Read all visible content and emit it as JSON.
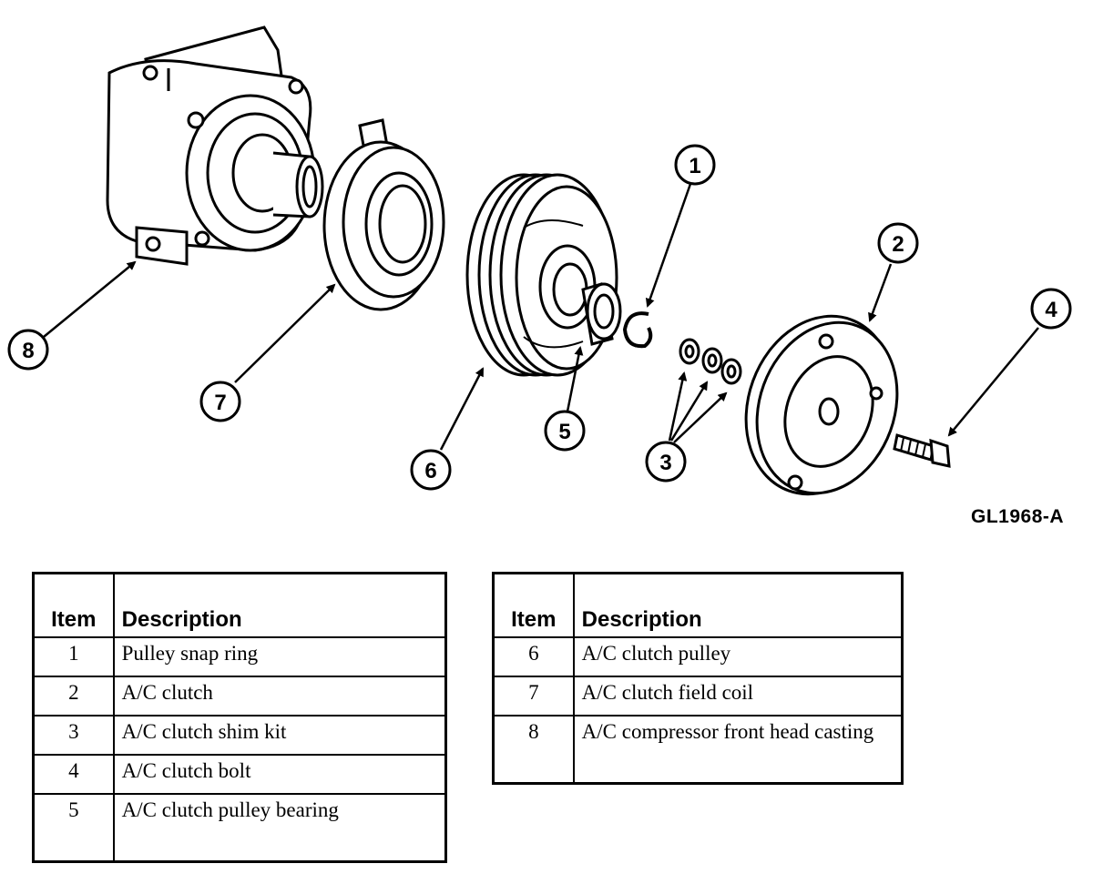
{
  "figure_code": "GL1968-A",
  "callouts": [
    "1",
    "2",
    "3",
    "4",
    "5",
    "6",
    "7",
    "8"
  ],
  "legend_header": {
    "item": "Item",
    "description": "Description"
  },
  "legend_left": [
    {
      "item": "1",
      "description": "Pulley snap ring"
    },
    {
      "item": "2",
      "description": "A/C clutch"
    },
    {
      "item": "3",
      "description": "A/C clutch shim kit"
    },
    {
      "item": "4",
      "description": "A/C clutch bolt"
    },
    {
      "item": "5",
      "description": "A/C clutch pulley bearing"
    }
  ],
  "legend_right": [
    {
      "item": "6",
      "description": "A/C clutch pulley"
    },
    {
      "item": "7",
      "description": "A/C clutch field coil"
    },
    {
      "item": "8",
      "description": "A/C compressor front head casting"
    }
  ]
}
